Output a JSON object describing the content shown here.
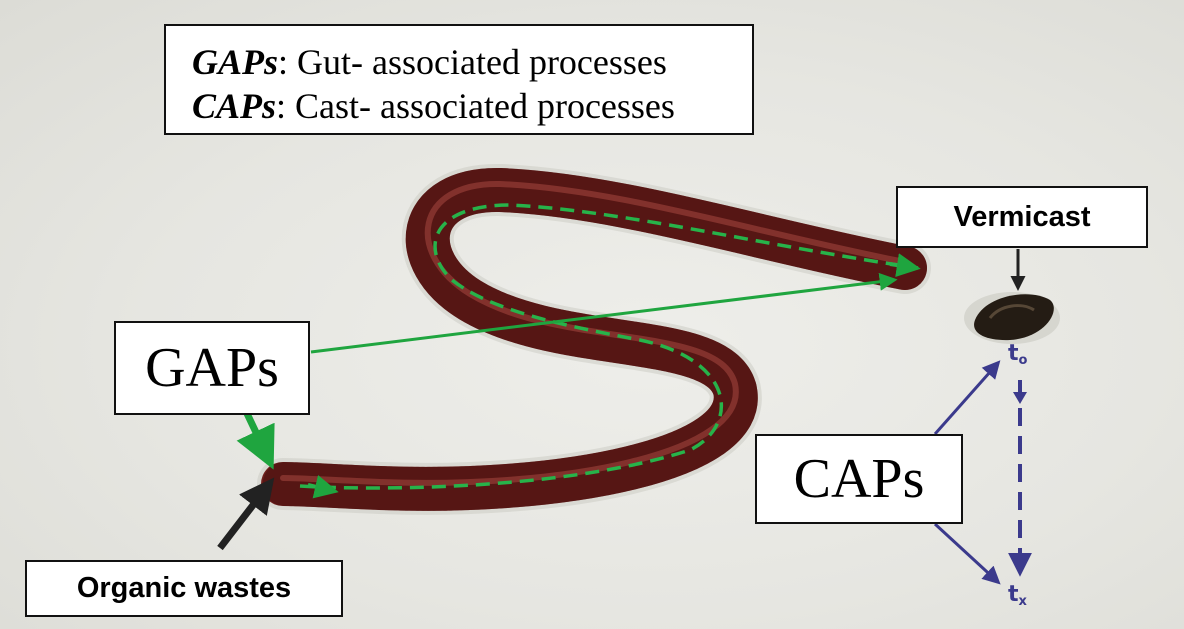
{
  "legend": {
    "gaps_abbr": "GAPs",
    "gaps_def": ": Gut- associated processes",
    "caps_abbr": "CAPs",
    "caps_def": ": Cast- associated processes"
  },
  "labels": {
    "gaps": "GAPs",
    "caps": "CAPs",
    "vermicast": "Vermicast",
    "organic_wastes": "Organic wastes"
  },
  "time_points": {
    "t_start": "t",
    "t_start_sub": "o",
    "t_end": "t",
    "t_end_sub": "x"
  },
  "colors": {
    "gut_arrow": "#1fa53f",
    "cast_arrow": "#3b3a8c",
    "worm": "#6e1f1c",
    "pointer": "#222222"
  }
}
